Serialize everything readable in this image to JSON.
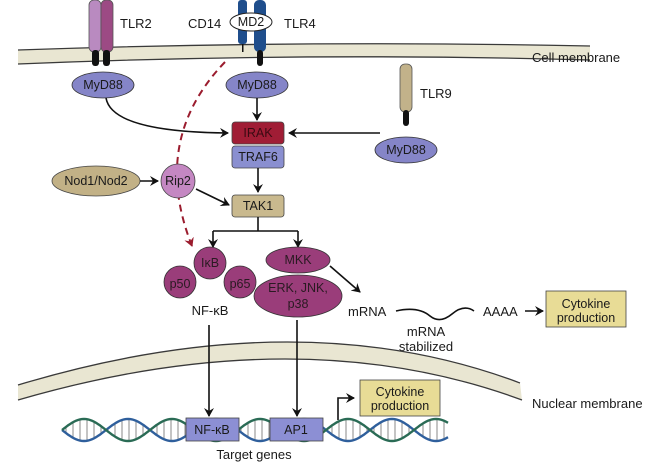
{
  "diagram": {
    "title": "Toll-like receptor and Nod signaling pathways",
    "receptors": {
      "tlr2": "TLR2",
      "cd14": "CD14",
      "md2": "MD2",
      "tlr4": "TLR4",
      "tlr9": "TLR9"
    },
    "membranes": {
      "cell": "Cell membrane",
      "nuclear": "Nuclear membrane"
    },
    "adaptors": {
      "myd88_tlr2": "MyD88",
      "myd88_tlr4": "MyD88",
      "myd88_tlr9": "MyD88"
    },
    "kinases": {
      "irak": "IRAK",
      "traf6": "TRAF6",
      "tak1": "TAK1",
      "nod": "Nod1/Nod2",
      "rip2": "Rip2",
      "mkk": "MKK",
      "mapk_line1": "ERK, JNK,",
      "mapk_line2": "p38"
    },
    "nfkb_complex": {
      "ikb": "IκB",
      "p50": "p50",
      "p65": "p65",
      "label": "NF-κB"
    },
    "mrna": {
      "label": "mRNA",
      "polya": "AAAA",
      "stabilized_line1": "mRNA",
      "stabilized_line2": "stabilized",
      "cytokine_line1": "Cytokine",
      "cytokine_line2": "production"
    },
    "nucleus": {
      "nfkb_site": "NF-κB",
      "ap1_site": "AP1",
      "target_genes": "Target genes",
      "cytokine_line1": "Cytokine",
      "cytokine_line2": "production"
    },
    "colors": {
      "membrane_fill": "#e9e6d2",
      "membrane_stroke": "#3a3a3a",
      "myd88": "#8585c8",
      "irak": "#a01d35",
      "traf6": "#8a8fd0",
      "tak1": "#c9b98e",
      "nod": "#c2b186",
      "rip2": "#c487c2",
      "nfkb_mapk": "#9a3d7a",
      "cytokine_box": "#e8dc96",
      "dna_site": "#8c8fd4",
      "dashed_arrow": "#9b1c2e",
      "tlr2_left": "#b98ac0",
      "tlr2_right": "#9c4a84",
      "tlr4": "#1f4e8c",
      "tlr9": "#c2b28a"
    }
  }
}
